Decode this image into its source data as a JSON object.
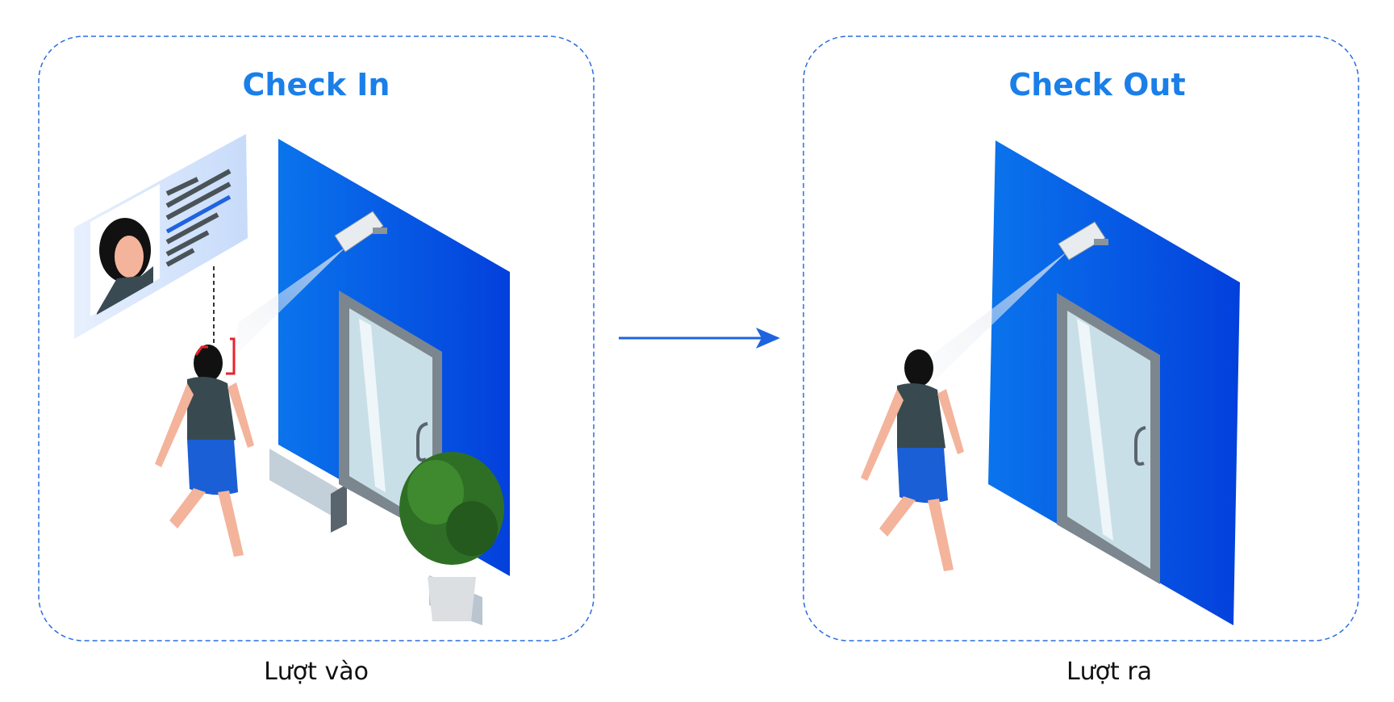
{
  "check_in": {
    "title": "Check In",
    "caption": "Lượt vào"
  },
  "check_out": {
    "title": "Check Out",
    "caption": "Lượt ra"
  },
  "colors": {
    "accent": "#1a7fe8",
    "wall": "#0a5fe8",
    "frame": "#2a6de0",
    "face_box": "#e8222b"
  }
}
